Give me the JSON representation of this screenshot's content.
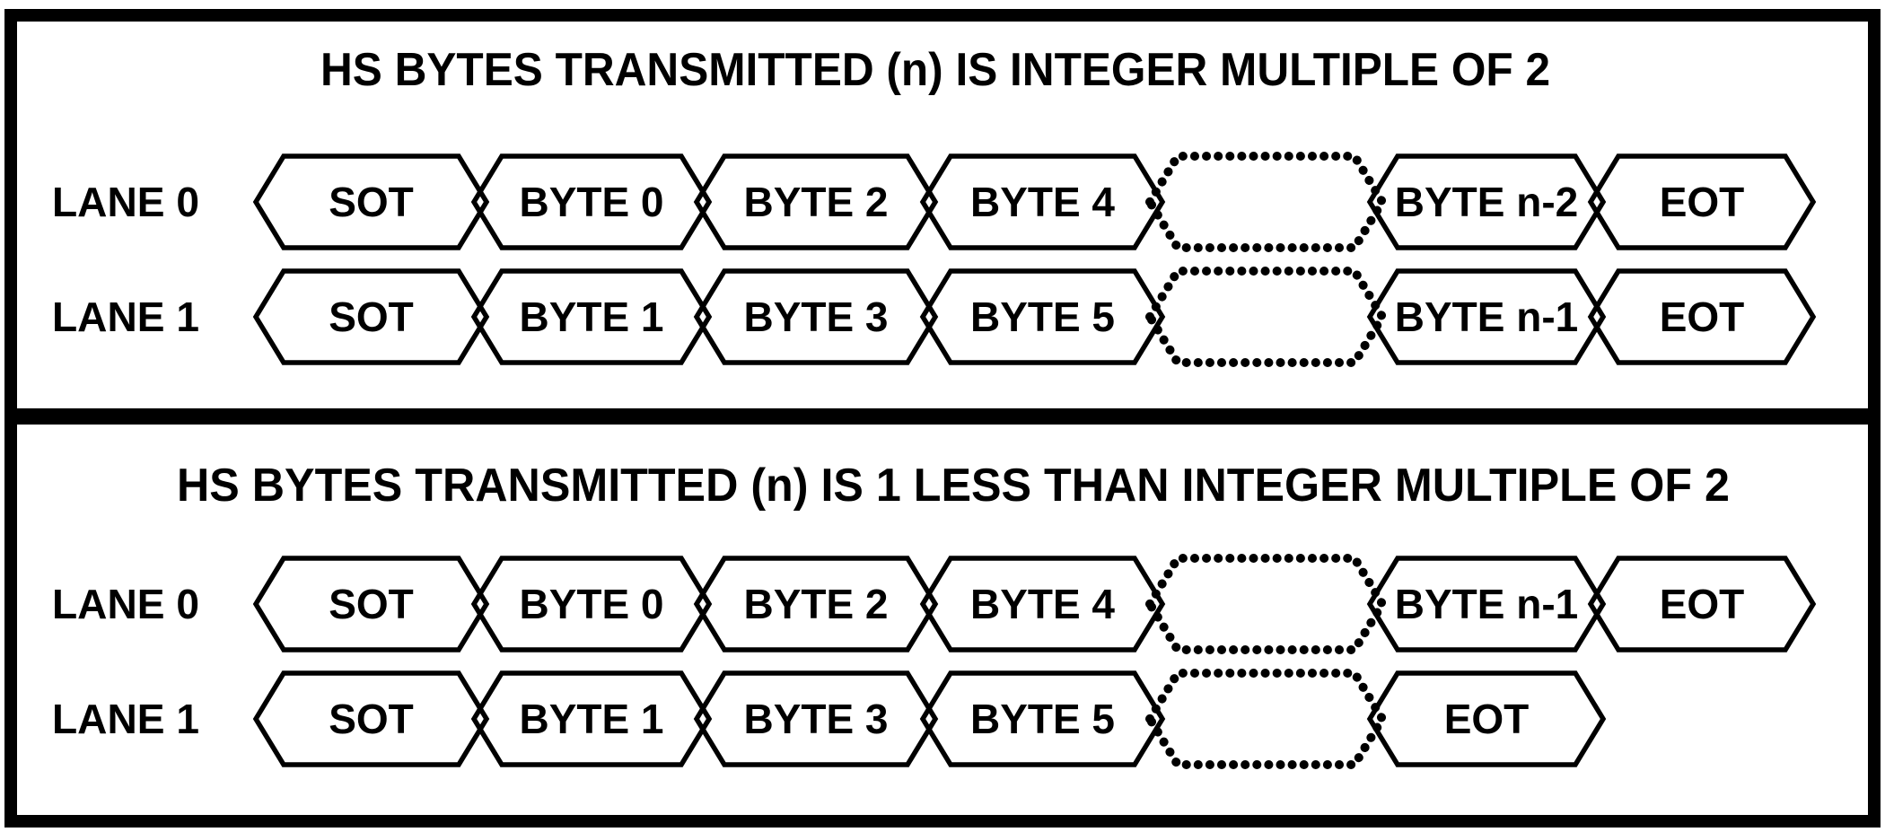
{
  "colors": {
    "ink": "#000000",
    "background": "#ffffff"
  },
  "panels": [
    {
      "title": "HS BYTES TRANSMITTED (n) IS INTEGER MULTIPLE OF 2",
      "lanes": [
        {
          "label": "LANE 0",
          "segments": [
            {
              "text": "SOT",
              "style": "solid"
            },
            {
              "text": "BYTE 0",
              "style": "solid"
            },
            {
              "text": "BYTE 2",
              "style": "solid"
            },
            {
              "text": "BYTE 4",
              "style": "solid"
            },
            {
              "text": "",
              "style": "dotted"
            },
            {
              "text": "BYTE n-2",
              "style": "solid"
            },
            {
              "text": "EOT",
              "style": "solid"
            }
          ]
        },
        {
          "label": "LANE 1",
          "segments": [
            {
              "text": "SOT",
              "style": "solid"
            },
            {
              "text": "BYTE 1",
              "style": "solid"
            },
            {
              "text": "BYTE 3",
              "style": "solid"
            },
            {
              "text": "BYTE 5",
              "style": "solid"
            },
            {
              "text": "",
              "style": "dotted"
            },
            {
              "text": "BYTE n-1",
              "style": "solid"
            },
            {
              "text": "EOT",
              "style": "solid"
            }
          ]
        }
      ]
    },
    {
      "title": "HS BYTES TRANSMITTED (n) IS 1 LESS THAN INTEGER MULTIPLE OF 2",
      "lanes": [
        {
          "label": "LANE 0",
          "segments": [
            {
              "text": "SOT",
              "style": "solid"
            },
            {
              "text": "BYTE 0",
              "style": "solid"
            },
            {
              "text": "BYTE 2",
              "style": "solid"
            },
            {
              "text": "BYTE 4",
              "style": "solid"
            },
            {
              "text": "",
              "style": "dotted"
            },
            {
              "text": "BYTE n-1",
              "style": "solid"
            },
            {
              "text": "EOT",
              "style": "solid"
            }
          ]
        },
        {
          "label": "LANE 1",
          "segments": [
            {
              "text": "SOT",
              "style": "solid"
            },
            {
              "text": "BYTE 1",
              "style": "solid"
            },
            {
              "text": "BYTE 3",
              "style": "solid"
            },
            {
              "text": "BYTE 5",
              "style": "solid"
            },
            {
              "text": "",
              "style": "dotted"
            },
            {
              "text": "EOT",
              "style": "solid"
            }
          ]
        }
      ]
    }
  ]
}
